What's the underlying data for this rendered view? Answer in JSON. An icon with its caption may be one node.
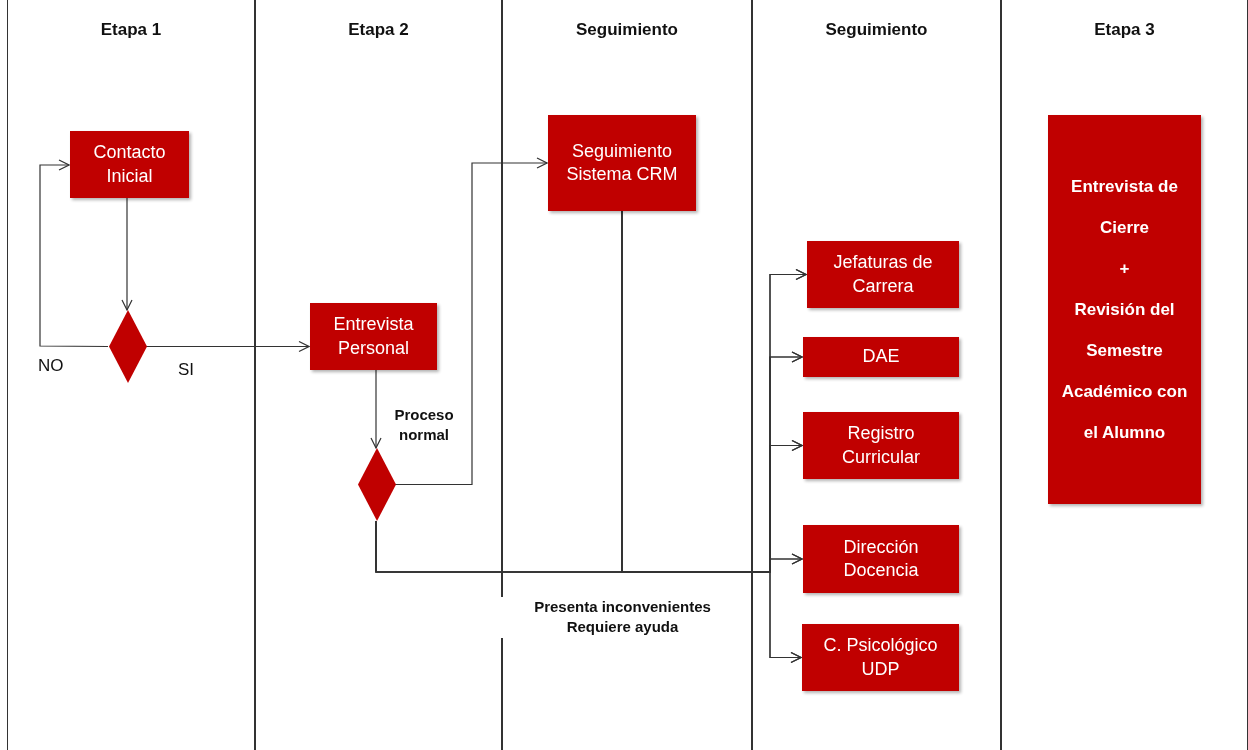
{
  "diagram": {
    "nodes": [
      {
        "text": [
          "Etapa 1"
        ]
      },
      {
        "text": [
          "Etapa 2"
        ]
      },
      {
        "text": [
          "Seguimiento"
        ]
      },
      {
        "text": [
          "Seguimiento"
        ]
      },
      {
        "text": [
          "Etapa 3"
        ]
      },
      {
        "text": [
          "Contacto Inicial"
        ],
        "in": 0
      },
      {
        "text": [],
        "shape": "diamond",
        "in": 0
      },
      {
        "text": [
          "Entrevista Personal"
        ],
        "in": 1
      },
      {
        "text": [],
        "shape": "diamond",
        "in": 1
      },
      {
        "text": [
          "Seguimiento Sistema CRM"
        ],
        "in": 2
      },
      {
        "text": [
          "Jefaturas de Carrera"
        ],
        "in": 3
      },
      {
        "text": [
          "DAE"
        ],
        "in": 3
      },
      {
        "text": [
          "Registro Curricular"
        ],
        "in": 3
      },
      {
        "text": [
          "Dirección Docencia"
        ],
        "in": 3
      },
      {
        "text": [
          "C. Psicológico UDP"
        ],
        "in": 3
      },
      {
        "text": [
          "Entrevista de Cierre",
          "+",
          "Revisión del Semestre Académico con el Alumno"
        ],
        "in": 4
      }
    ],
    "edges": [
      {
        "from": 5,
        "to": 6,
        "arrow": "to"
      },
      {
        "from": 6,
        "to": 5,
        "arrow": "to",
        "label": "NO"
      },
      {
        "from": 6,
        "to": 7,
        "arrow": "to",
        "label": "SI"
      },
      {
        "from": 7,
        "to": 8,
        "arrow": "to"
      },
      {
        "from": 8,
        "to": 9,
        "arrow": "to",
        "label": "Proceso normal"
      },
      {
        "from": 8,
        "to": 10,
        "arrow": "to"
      },
      {
        "from": 8,
        "to": 11,
        "arrow": "to"
      },
      {
        "from": 8,
        "to": 12,
        "arrow": "to"
      },
      {
        "from": 8,
        "to": 13,
        "arrow": "to",
        "label": "Presenta inconvenientes Requiere ayuda"
      },
      {
        "from": 8,
        "to": 14,
        "arrow": "to"
      },
      {
        "from": 9,
        "to": 10,
        "arrow": "to"
      },
      {
        "from": 9,
        "to": 11,
        "arrow": "to"
      },
      {
        "from": 9,
        "to": 12,
        "arrow": "to"
      },
      {
        "from": 9,
        "to": 13,
        "arrow": "to"
      },
      {
        "from": 9,
        "to": 14,
        "arrow": "to"
      }
    ]
  }
}
